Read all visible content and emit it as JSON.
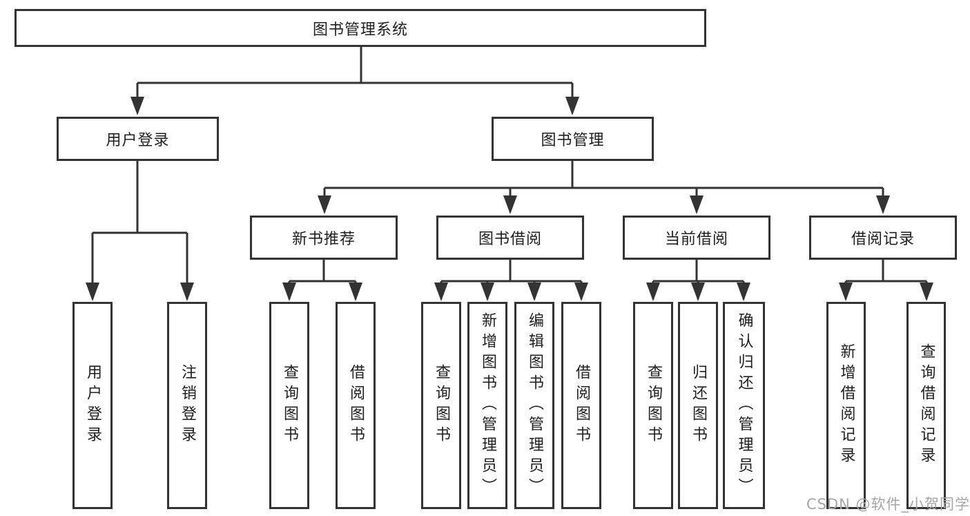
{
  "diagram": {
    "root": "图书管理系统",
    "user_login": {
      "label": "用户登录",
      "children": [
        "用户登录",
        "注销登录"
      ]
    },
    "book_mgmt": {
      "label": "图书管理"
    },
    "new_books": {
      "label": "新书推荐",
      "children": [
        "查询图书",
        "借阅图书"
      ]
    },
    "book_borrow": {
      "label": "图书借阅",
      "children": [
        "查询图书",
        "新增图书（管理员）",
        "编辑图书（管理员）",
        "借阅图书"
      ]
    },
    "current_borrow": {
      "label": "当前借阅",
      "children": [
        "查询图书",
        "归还图书",
        "确认归还（管理员）"
      ]
    },
    "borrow_records": {
      "label": "借阅记录",
      "children": [
        "新增借阅记录",
        "查询借阅记录"
      ]
    },
    "watermark": "CSDN @软件_小贺同学",
    "colors": {
      "line": "#333333",
      "text": "#1f1f1f",
      "box_bg": "#ffffff",
      "watermark": "#a6a6a6",
      "background": "#ffffff"
    }
  }
}
